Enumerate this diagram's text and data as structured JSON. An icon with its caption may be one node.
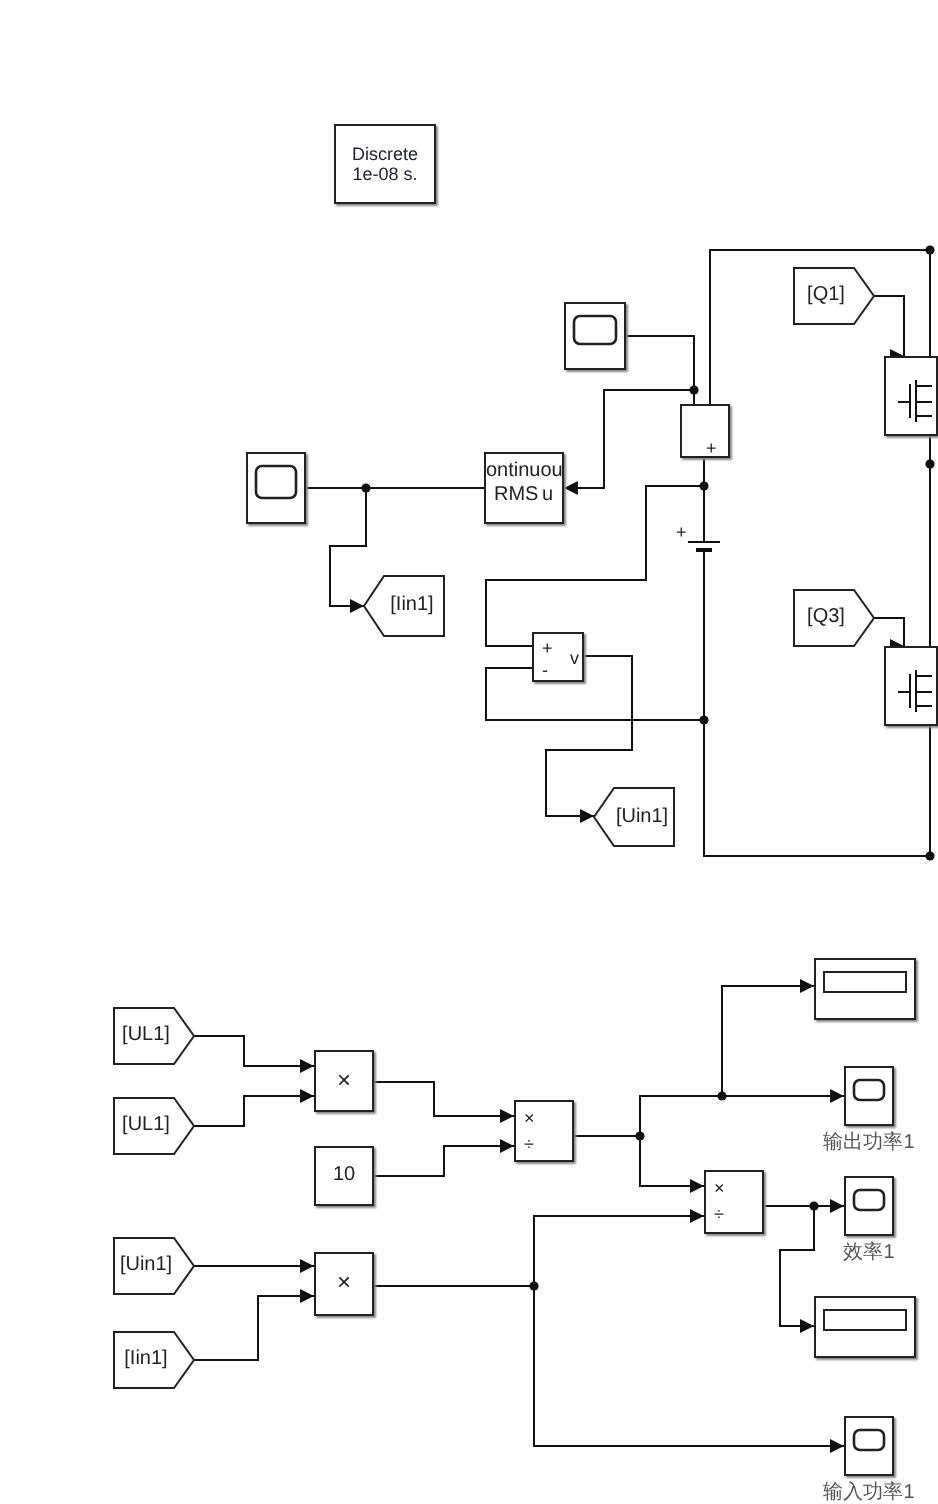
{
  "diagram": {
    "nodes": [
      {
        "text": [
          "Discrete 1e-08 s."
        ]
      },
      {
        "text": [],
        "shape": "box"
      },
      {
        "text": [
          "+"
        ]
      },
      {
        "text": [
          "ontinuou",
          "RMS",
          "u"
        ]
      },
      {
        "text": [],
        "shape": "box"
      },
      {
        "text": [
          "[Iin1]"
        ]
      },
      {
        "text": [
          "+"
        ]
      },
      {
        "text": [
          "+",
          "-",
          "v"
        ]
      },
      {
        "text": [
          "[Uin1]"
        ]
      },
      {
        "text": [
          "[Q1]"
        ]
      },
      {
        "text": [],
        "shape": "box"
      },
      {
        "text": [
          "[Q3]"
        ]
      },
      {
        "text": [],
        "shape": "box"
      },
      {
        "text": [
          "[UL1]"
        ]
      },
      {
        "text": [
          "[UL1]"
        ]
      },
      {
        "text": [
          "×"
        ]
      },
      {
        "text": [
          "10"
        ]
      },
      {
        "text": [
          "×",
          "÷"
        ]
      },
      {
        "text": [
          "[Uin1]"
        ]
      },
      {
        "text": [
          "[Iin1]"
        ]
      },
      {
        "text": [
          "×"
        ]
      },
      {
        "text": [
          "×",
          "÷"
        ]
      },
      {
        "text": [],
        "shape": "box"
      },
      {
        "text": [],
        "shape": "box",
        "beside": [
          "输出功率1"
        ]
      },
      {
        "text": [],
        "shape": "box",
        "beside": [
          "效率1"
        ]
      },
      {
        "text": [],
        "shape": "box"
      },
      {
        "text": [],
        "shape": "box",
        "beside": [
          "输入功率1"
        ]
      }
    ],
    "edges": [
      {
        "from": 2,
        "to": 1,
        "arrow": "to"
      },
      {
        "from": 2,
        "to": 3,
        "arrow": "to"
      },
      {
        "from": 3,
        "to": 4,
        "arrow": "to"
      },
      {
        "from": 3,
        "to": 5,
        "arrow": "to"
      },
      {
        "from": 2,
        "to": 10,
        "arrow": "none"
      },
      {
        "from": 2,
        "to": 6,
        "arrow": "none"
      },
      {
        "from": 6,
        "to": 7,
        "arrow": "none"
      },
      {
        "from": 6,
        "to": 7,
        "arrow": "none"
      },
      {
        "from": 6,
        "to": 12,
        "arrow": "none"
      },
      {
        "from": 7,
        "to": 8,
        "arrow": "to"
      },
      {
        "from": 9,
        "to": 10,
        "arrow": "to"
      },
      {
        "from": 10,
        "to": 12,
        "arrow": "none"
      },
      {
        "from": 11,
        "to": 12,
        "arrow": "to"
      },
      {
        "from": 13,
        "to": 15,
        "arrow": "to"
      },
      {
        "from": 14,
        "to": 15,
        "arrow": "to"
      },
      {
        "from": 15,
        "to": 17,
        "arrow": "to"
      },
      {
        "from": 16,
        "to": 17,
        "arrow": "to"
      },
      {
        "from": 17,
        "to": 22,
        "arrow": "to"
      },
      {
        "from": 17,
        "to": 23,
        "arrow": "to"
      },
      {
        "from": 17,
        "to": 21,
        "arrow": "to"
      },
      {
        "from": 18,
        "to": 20,
        "arrow": "to"
      },
      {
        "from": 19,
        "to": 20,
        "arrow": "to"
      },
      {
        "from": 20,
        "to": 21,
        "arrow": "to"
      },
      {
        "from": 20,
        "to": 26,
        "arrow": "to"
      },
      {
        "from": 21,
        "to": 24,
        "arrow": "to"
      },
      {
        "from": 21,
        "to": 25,
        "arrow": "to"
      }
    ]
  }
}
